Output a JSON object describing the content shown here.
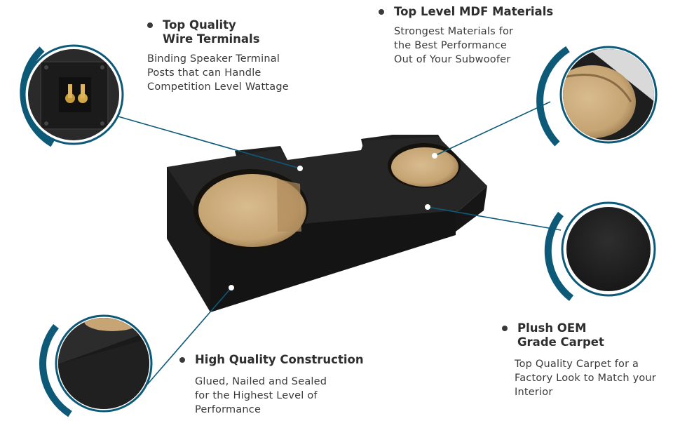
{
  "features": {
    "terminals": {
      "title_lines": [
        "Top Quality",
        "Wire Terminals"
      ],
      "desc_lines": [
        "Binding Speaker Terminal",
        "Posts that can Handle",
        "Competition Level Wattage"
      ]
    },
    "mdf": {
      "title_lines": [
        "Top Level MDF Materials"
      ],
      "desc_lines": [
        "Strongest Materials for",
        "the Best Performance",
        "Out of  Your Subwoofer"
      ]
    },
    "carpet": {
      "title_lines": [
        "Plush OEM",
        "Grade Carpet"
      ],
      "desc_lines": [
        "Top Quality Carpet for a",
        "Factory Look to Match your",
        "Interior"
      ]
    },
    "construction": {
      "title_lines": [
        "High Quality Construction"
      ],
      "desc_lines": [
        "Glued, Nailed and Sealed",
        "for the Highest Level of",
        "Performance"
      ]
    }
  },
  "colors": {
    "accent": "#0d5a78",
    "carpet": "#1c1c1c",
    "mdf": "#c9a878",
    "bullet": "#3a3a3a"
  }
}
